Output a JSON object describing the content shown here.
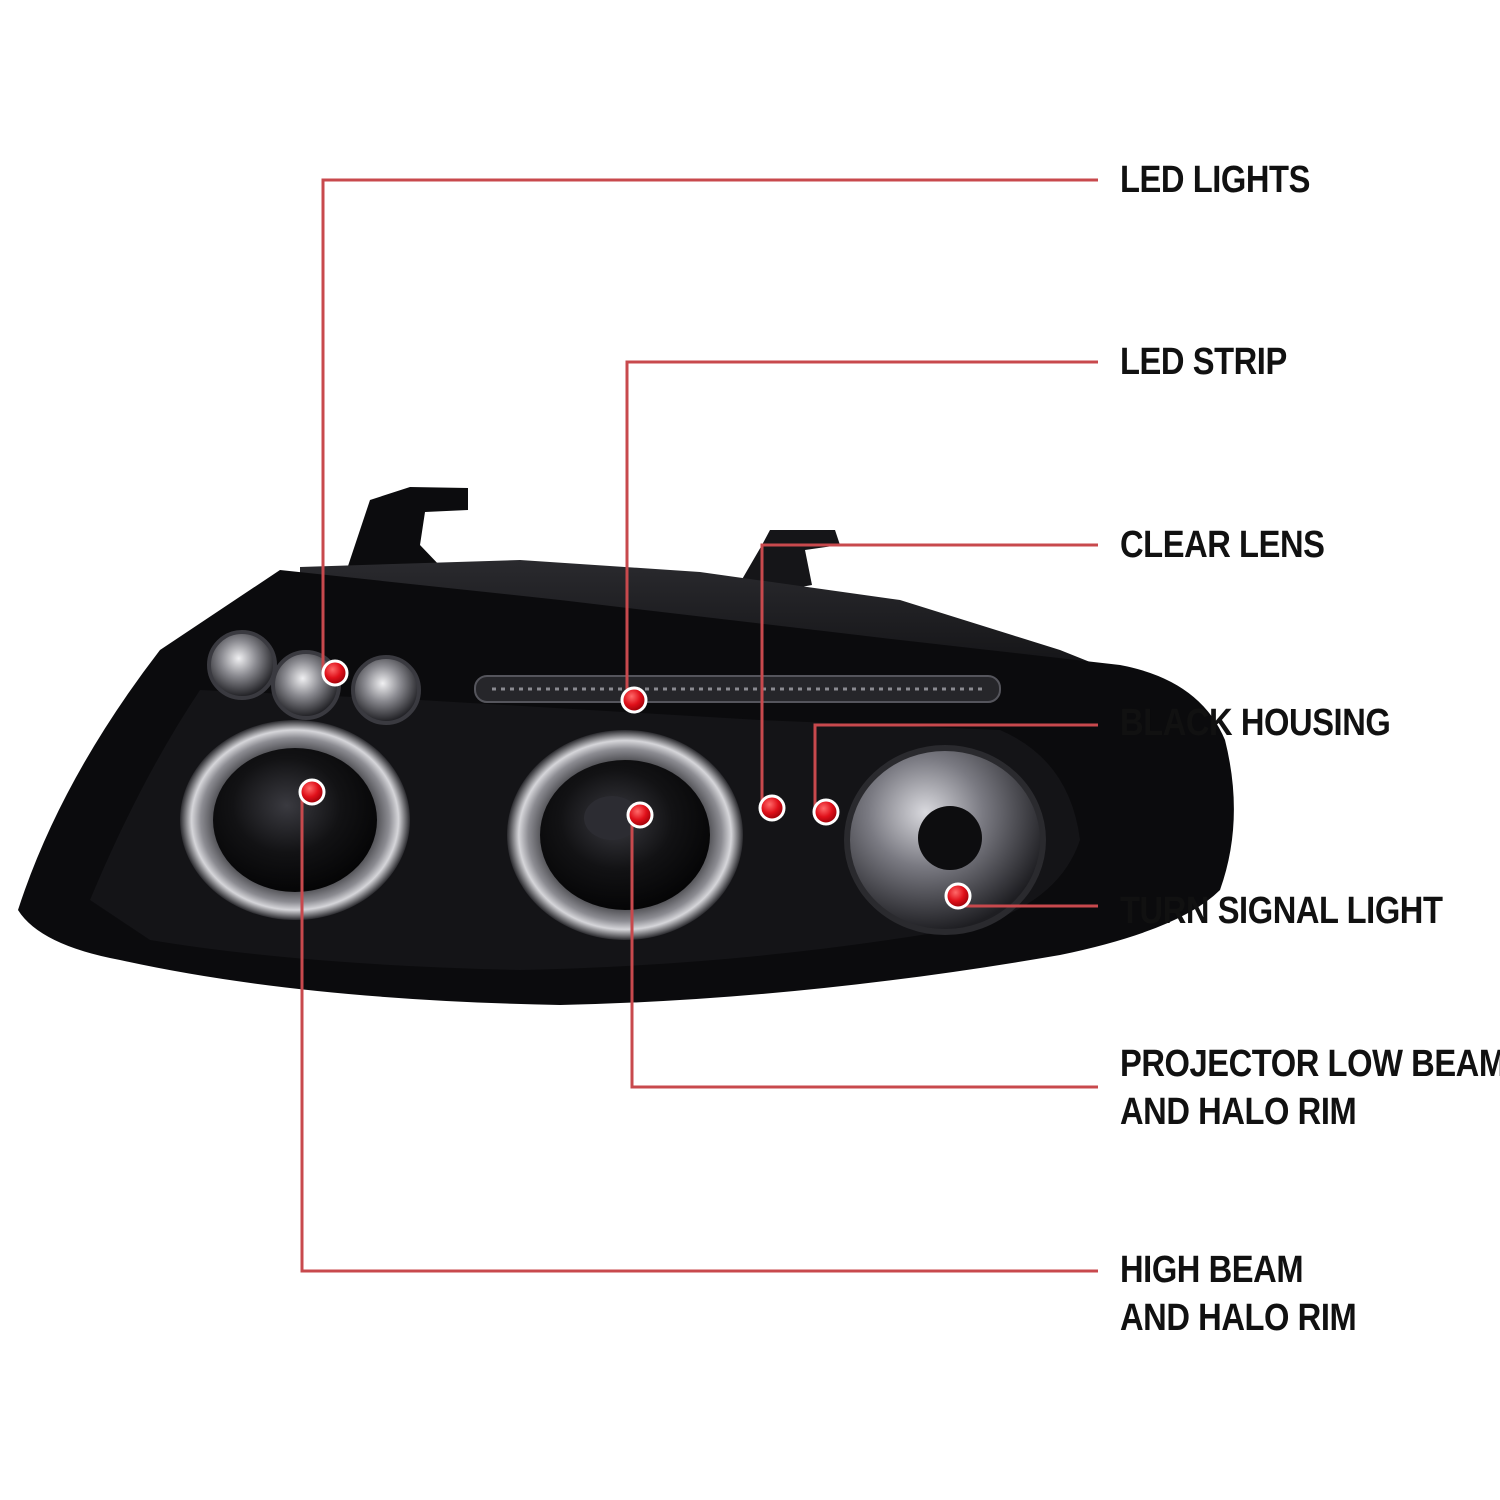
{
  "colors": {
    "background": "#ffffff",
    "callout_line": "#c8494d",
    "marker": "#e0101a",
    "housing": "#0b0b0d",
    "label_text": "#111111"
  },
  "product": {
    "name": "projector headlight",
    "housing_color": "black"
  },
  "callouts": [
    {
      "id": "led-lights",
      "lines": [
        "LED LIGHTS"
      ]
    },
    {
      "id": "led-strip",
      "lines": [
        "LED STRIP"
      ]
    },
    {
      "id": "clear-lens",
      "lines": [
        "CLEAR LENS"
      ]
    },
    {
      "id": "black-housing",
      "lines": [
        "BLACK HOUSING"
      ]
    },
    {
      "id": "turn-signal-light",
      "lines": [
        "TURN SIGNAL LIGHT"
      ]
    },
    {
      "id": "projector-low-beam",
      "lines": [
        "PROJECTOR LOW BEAM",
        "AND HALO RIM"
      ]
    },
    {
      "id": "high-beam",
      "lines": [
        "HIGH BEAM",
        "AND HALO RIM"
      ]
    }
  ]
}
